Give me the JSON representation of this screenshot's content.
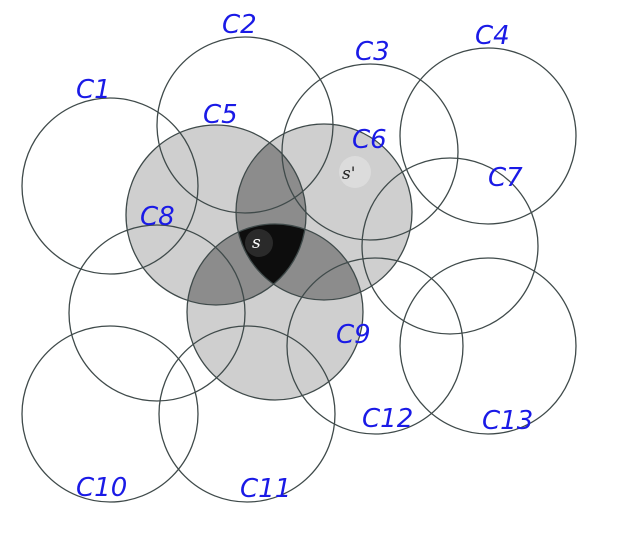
{
  "diagram": {
    "labels": {
      "c1": "C1",
      "c2": "C2",
      "c3": "C3",
      "c4": "C4",
      "c5": "C5",
      "c6": "C6",
      "c7": "C7",
      "c8": "C8",
      "c9": "C9",
      "c10": "C10",
      "c11": "C11",
      "c12": "C12",
      "c13": "C13"
    },
    "points": {
      "s": "s",
      "s_prime": "s'"
    },
    "colors": {
      "label": "#1a1ae6",
      "circle_stroke": "#3f4a4a",
      "shade_light": "#cfcfcf",
      "shade_mid": "#8c8c8c",
      "shade_dark": "#0d0d0d",
      "s_prime_dot": "#dcdcdc"
    }
  }
}
